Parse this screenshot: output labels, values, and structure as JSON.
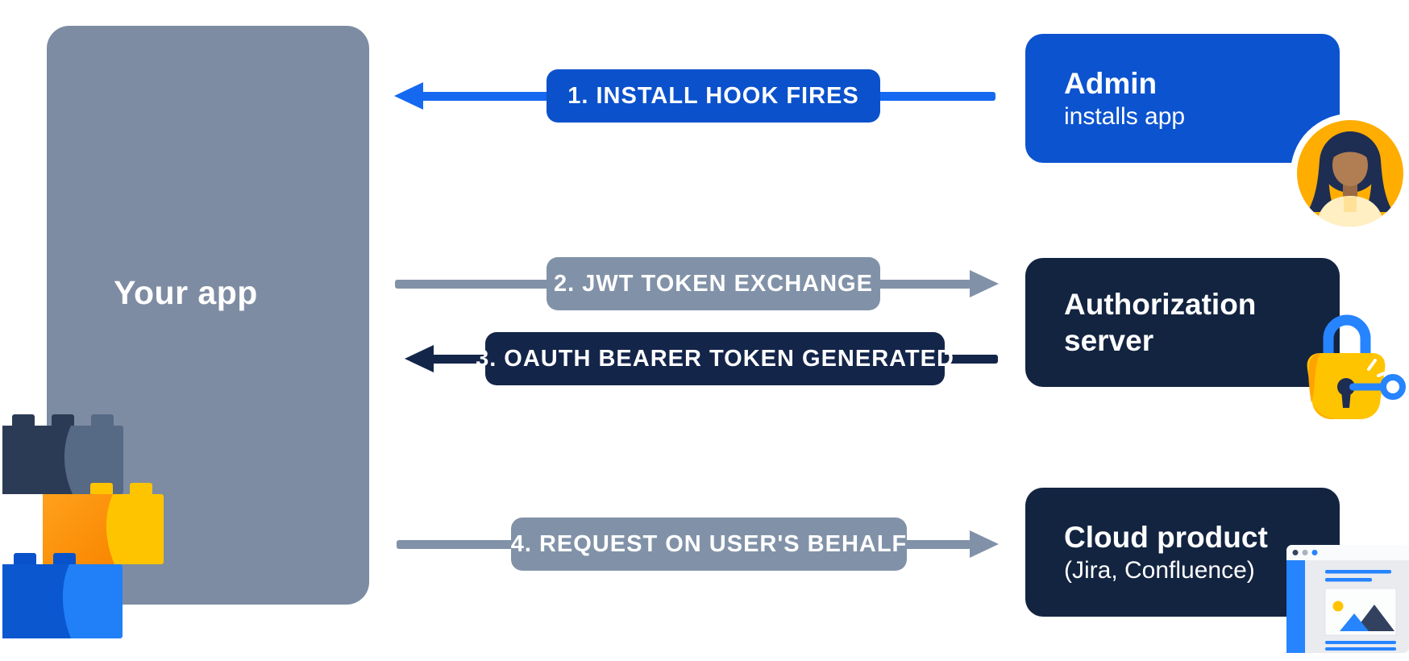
{
  "your_app": {
    "label": "Your app"
  },
  "flows": [
    {
      "label": "1. INSTALL HOOK FIRES",
      "direction": "left",
      "color": "#0B51CC"
    },
    {
      "label": "2. JWT TOKEN EXCHANGE",
      "direction": "right",
      "color": "#8192A8"
    },
    {
      "label": "3. OAUTH BEARER TOKEN GENERATED",
      "direction": "left",
      "color": "#14254A"
    },
    {
      "label": "4. REQUEST ON USER'S BEHALF",
      "direction": "right",
      "color": "#8192A8"
    }
  ],
  "actors": {
    "admin": {
      "title": "Admin",
      "subtitle": "installs app"
    },
    "auth_server": {
      "title_lines": [
        "Authorization",
        "server"
      ]
    },
    "cloud_product": {
      "title": "Cloud product",
      "subtitle": "(Jira, Confluence)"
    }
  },
  "icons": {
    "admin": "avatar-icon",
    "auth_server": "lock-key-icon",
    "cloud_product": "browser-window-icon",
    "your_app": "lego-bricks-icon"
  },
  "colors": {
    "bright_blue": "#1569F0",
    "brand_blue": "#0C53CF",
    "navy": "#14254A",
    "dark_navy_box": "#132440",
    "slate": "#8192A8",
    "app_gray": "#7D8CA2",
    "yellow": "#FFC400",
    "orange": "#FF9D00",
    "avatar_bg": "#FFAD00",
    "white": "#FFFFFF"
  }
}
